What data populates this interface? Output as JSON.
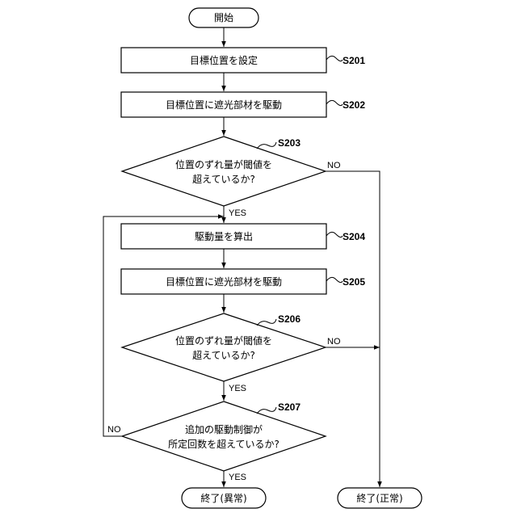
{
  "nodes": {
    "start": "開始",
    "s201": {
      "text": "目標位置を設定",
      "step": "S201"
    },
    "s202": {
      "text": "目標位置に遮光部材を駆動",
      "step": "S202"
    },
    "s203": {
      "lines": [
        "位置のずれ量が閾値を",
        "超えているか?"
      ],
      "step": "S203"
    },
    "s204": {
      "text": "駆動量を算出",
      "step": "S204"
    },
    "s205": {
      "text": "目標位置に遮光部材を駆動",
      "step": "S205"
    },
    "s206": {
      "lines": [
        "位置のずれ量が閾値を",
        "超えているか?"
      ],
      "step": "S206"
    },
    "s207": {
      "lines": [
        "追加の駆動制御が",
        "所定回数を超えているか?"
      ],
      "step": "S207"
    },
    "end_abnormal": "終了(異常)",
    "end_normal": "終了(正常)"
  },
  "branch_labels": {
    "yes": "YES",
    "no": "NO"
  }
}
